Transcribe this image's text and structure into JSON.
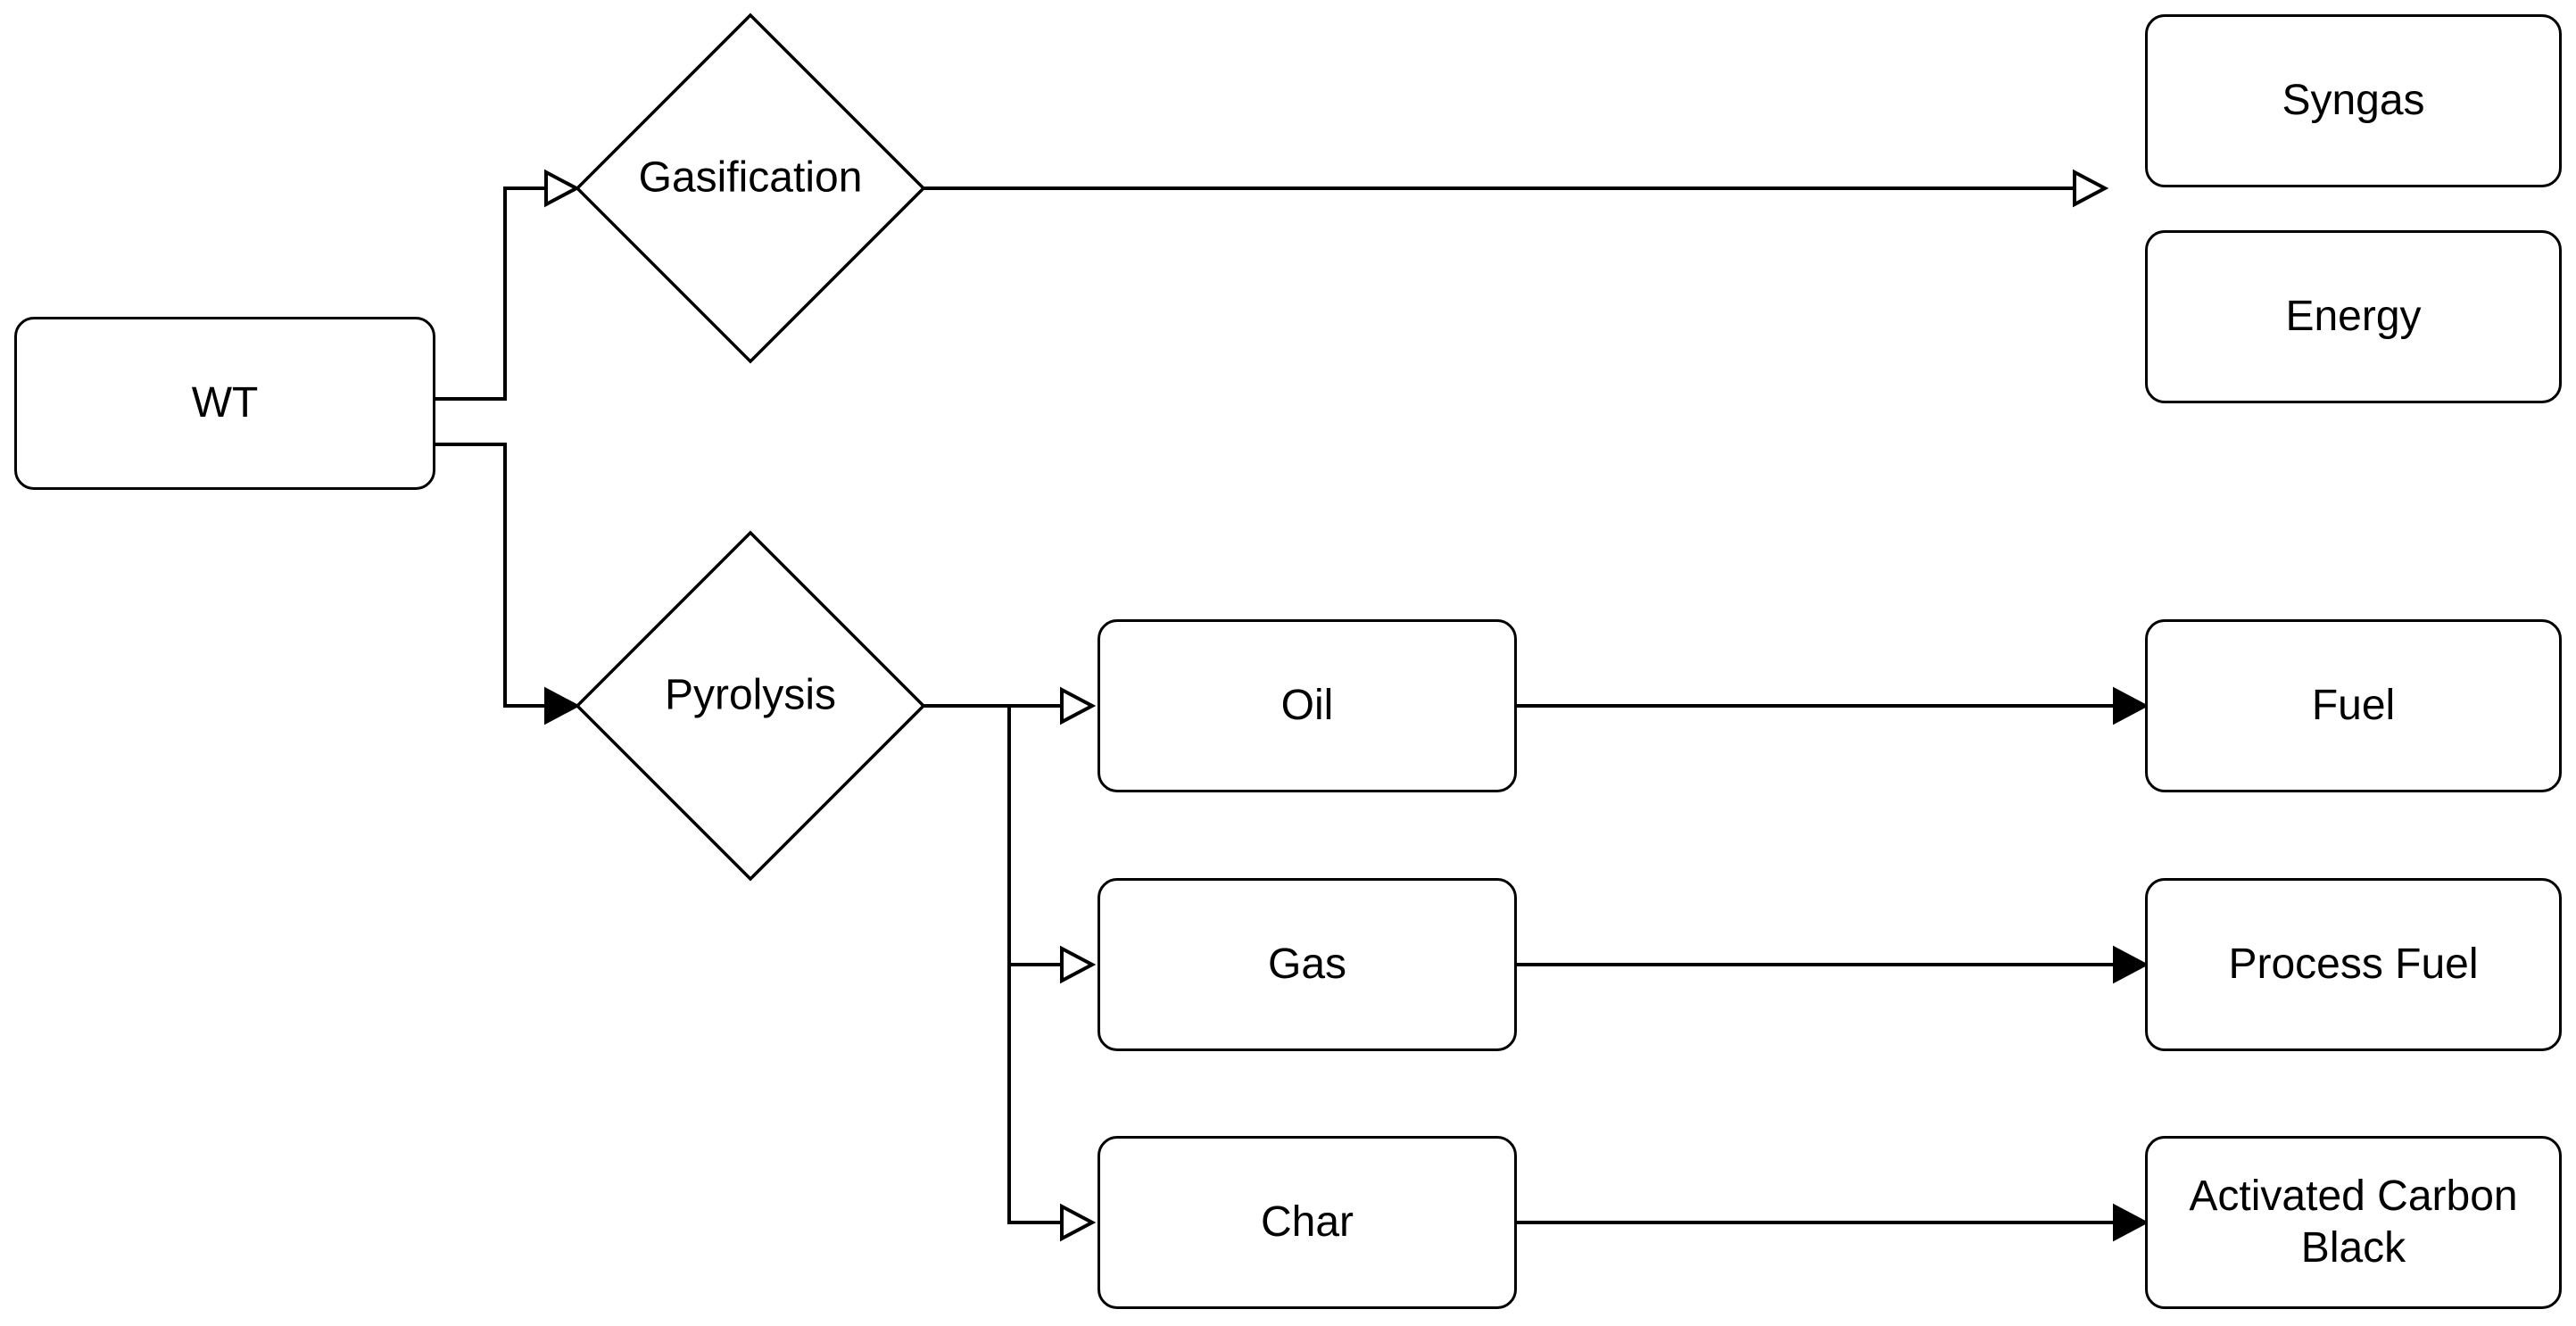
{
  "nodes": {
    "wt": "WT",
    "gasification": "Gasification",
    "pyrolysis": "Pyrolysis",
    "syngas": "Syngas",
    "energy": "Energy",
    "oil": "Oil",
    "gas": "Gas",
    "char": "Char",
    "fuel": "Fuel",
    "process_fuel": "Process Fuel",
    "activated_carbon_black": "Activated Carbon\nBlack"
  },
  "colors": {
    "stroke": "#000000",
    "fill": "#ffffff"
  }
}
